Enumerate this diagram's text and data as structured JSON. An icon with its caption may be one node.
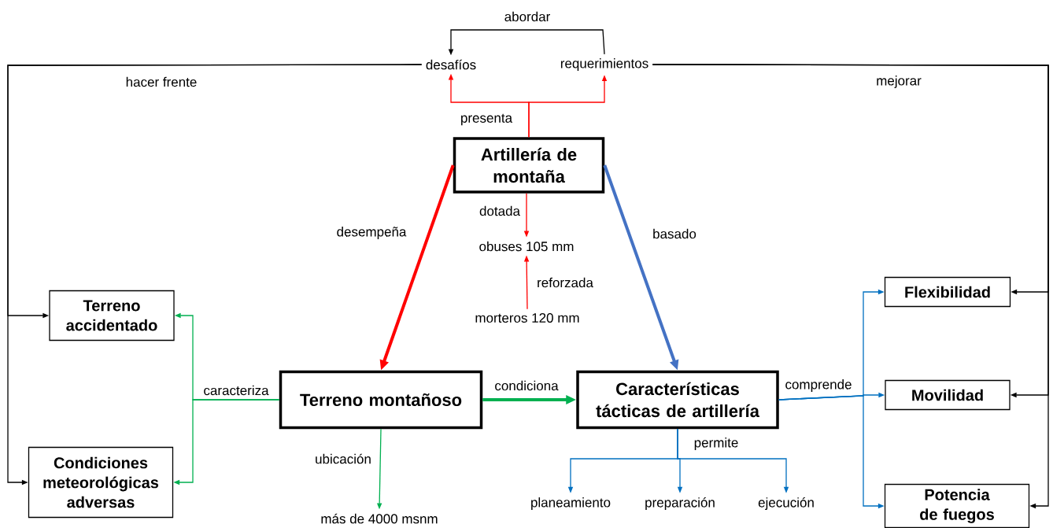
{
  "diagram": {
    "nodes": [
      {
        "text": [
          "Artillería de montaña"
        ]
      },
      {
        "text": [
          "desafíos"
        ]
      },
      {
        "text": [
          "requerimientos"
        ]
      },
      {
        "text": [
          "obuses 105 mm"
        ]
      },
      {
        "text": [
          "morteros 120 mm"
        ]
      },
      {
        "text": [
          "Terreno montañoso"
        ]
      },
      {
        "text": [
          "Características tácticas de artillería"
        ]
      },
      {
        "text": [
          "Terreno accidentado"
        ]
      },
      {
        "text": [
          "Condiciones meteorológicas adversas"
        ]
      },
      {
        "text": [
          "más de 4000 msnm"
        ]
      },
      {
        "text": [
          "planeamiento"
        ]
      },
      {
        "text": [
          "preparación"
        ]
      },
      {
        "text": [
          "ejecución"
        ]
      },
      {
        "text": [
          "Flexibilidad"
        ]
      },
      {
        "text": [
          "Movilidad"
        ]
      },
      {
        "text": [
          "Potencia de fuegos"
        ]
      }
    ],
    "edges": [
      {
        "from": 0,
        "to": 1,
        "arrow": "to",
        "label": "presenta",
        "color": "#ff0000"
      },
      {
        "from": 0,
        "to": 2,
        "arrow": "to",
        "color": "#ff0000"
      },
      {
        "from": 2,
        "to": 1,
        "arrow": "to",
        "label": "abordar"
      },
      {
        "from": 1,
        "to": 7,
        "arrow": "to",
        "label": "hacer frente"
      },
      {
        "from": 1,
        "to": 8,
        "arrow": "to"
      },
      {
        "from": 2,
        "to": 13,
        "arrow": "to",
        "label": "mejorar"
      },
      {
        "from": 2,
        "to": 14,
        "arrow": "to"
      },
      {
        "from": 2,
        "to": 15,
        "arrow": "to"
      },
      {
        "from": 0,
        "to": 3,
        "arrow": "to",
        "label": "dotada",
        "color": "#ff0000"
      },
      {
        "from": 4,
        "to": 3,
        "arrow": "to",
        "label": "reforzada",
        "color": "#ff0000"
      },
      {
        "from": 0,
        "to": 5,
        "arrow": "to",
        "label": "desempeña",
        "style": "thick",
        "color": "#ff0000"
      },
      {
        "from": 0,
        "to": 6,
        "arrow": "to",
        "label": "basado",
        "style": "thick",
        "color": "#4472c4"
      },
      {
        "from": 5,
        "to": 6,
        "arrow": "to",
        "label": "condiciona",
        "style": "thick",
        "color": "#00b050"
      },
      {
        "from": 5,
        "to": 7,
        "arrow": "to",
        "label": "caracteriza",
        "color": "#00b050"
      },
      {
        "from": 5,
        "to": 8,
        "arrow": "to",
        "color": "#00b050"
      },
      {
        "from": 5,
        "to": 9,
        "arrow": "to",
        "label": "ubicación",
        "color": "#00b050"
      },
      {
        "from": 6,
        "to": 10,
        "arrow": "to",
        "label": "permite",
        "color": "#0070c0"
      },
      {
        "from": 6,
        "to": 11,
        "arrow": "to",
        "color": "#0070c0"
      },
      {
        "from": 6,
        "to": 12,
        "arrow": "to",
        "color": "#0070c0"
      },
      {
        "from": 6,
        "to": 13,
        "arrow": "to",
        "label": "comprende",
        "color": "#0070c0"
      },
      {
        "from": 6,
        "to": 14,
        "arrow": "to",
        "color": "#0070c0"
      },
      {
        "from": 6,
        "to": 15,
        "arrow": "to",
        "color": "#0070c0"
      }
    ]
  }
}
